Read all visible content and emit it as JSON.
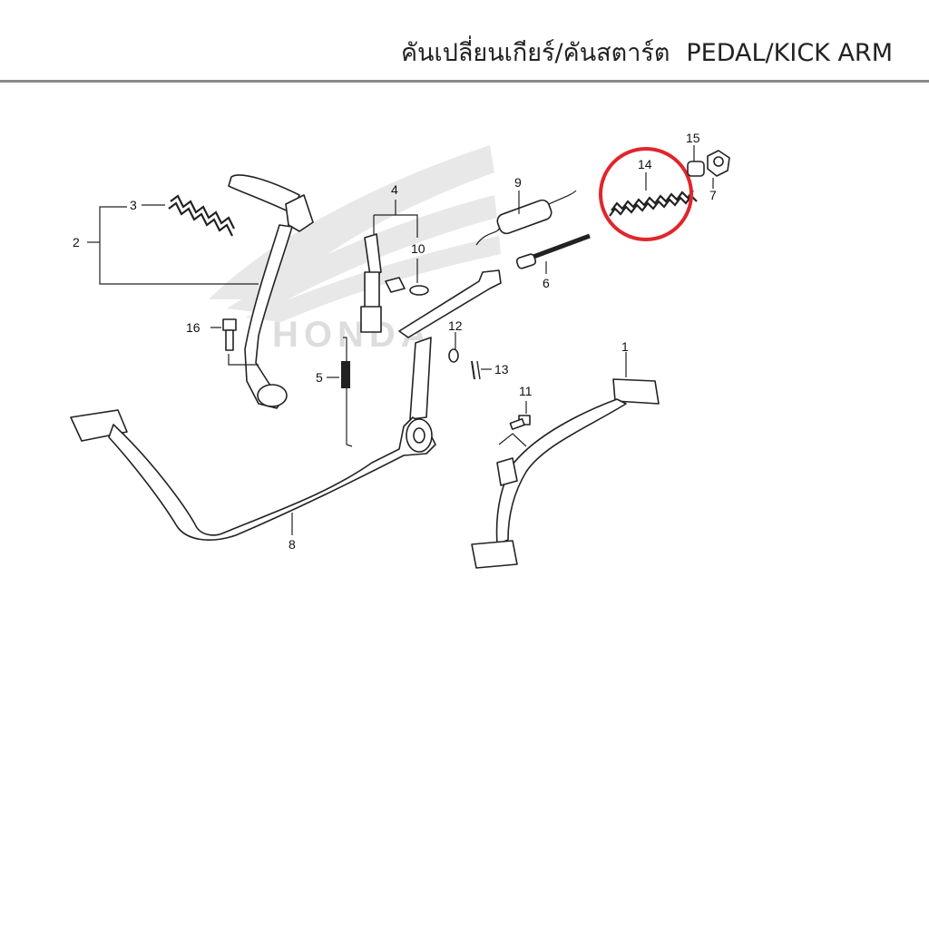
{
  "header": {
    "title_th": "คันเปลี่ยนเกียร์/คันสตาร์ต",
    "title_en": "PEDAL/KICK ARM"
  },
  "callouts": {
    "n1": "1",
    "n2": "2",
    "n3": "3",
    "n4": "4",
    "n5": "5",
    "n6": "6",
    "n7": "7",
    "n8": "8",
    "n9": "9",
    "n10": "10",
    "n11": "11",
    "n12": "12",
    "n13": "13",
    "n14": "14",
    "n15": "15",
    "n16": "16"
  },
  "watermark": {
    "brand": "HONDA"
  },
  "highlight": {
    "part": "14",
    "color": "#e0262b"
  },
  "colors": {
    "line": "#222222",
    "rule": "#8a8a8a",
    "watermark": "#d8d8d8"
  }
}
